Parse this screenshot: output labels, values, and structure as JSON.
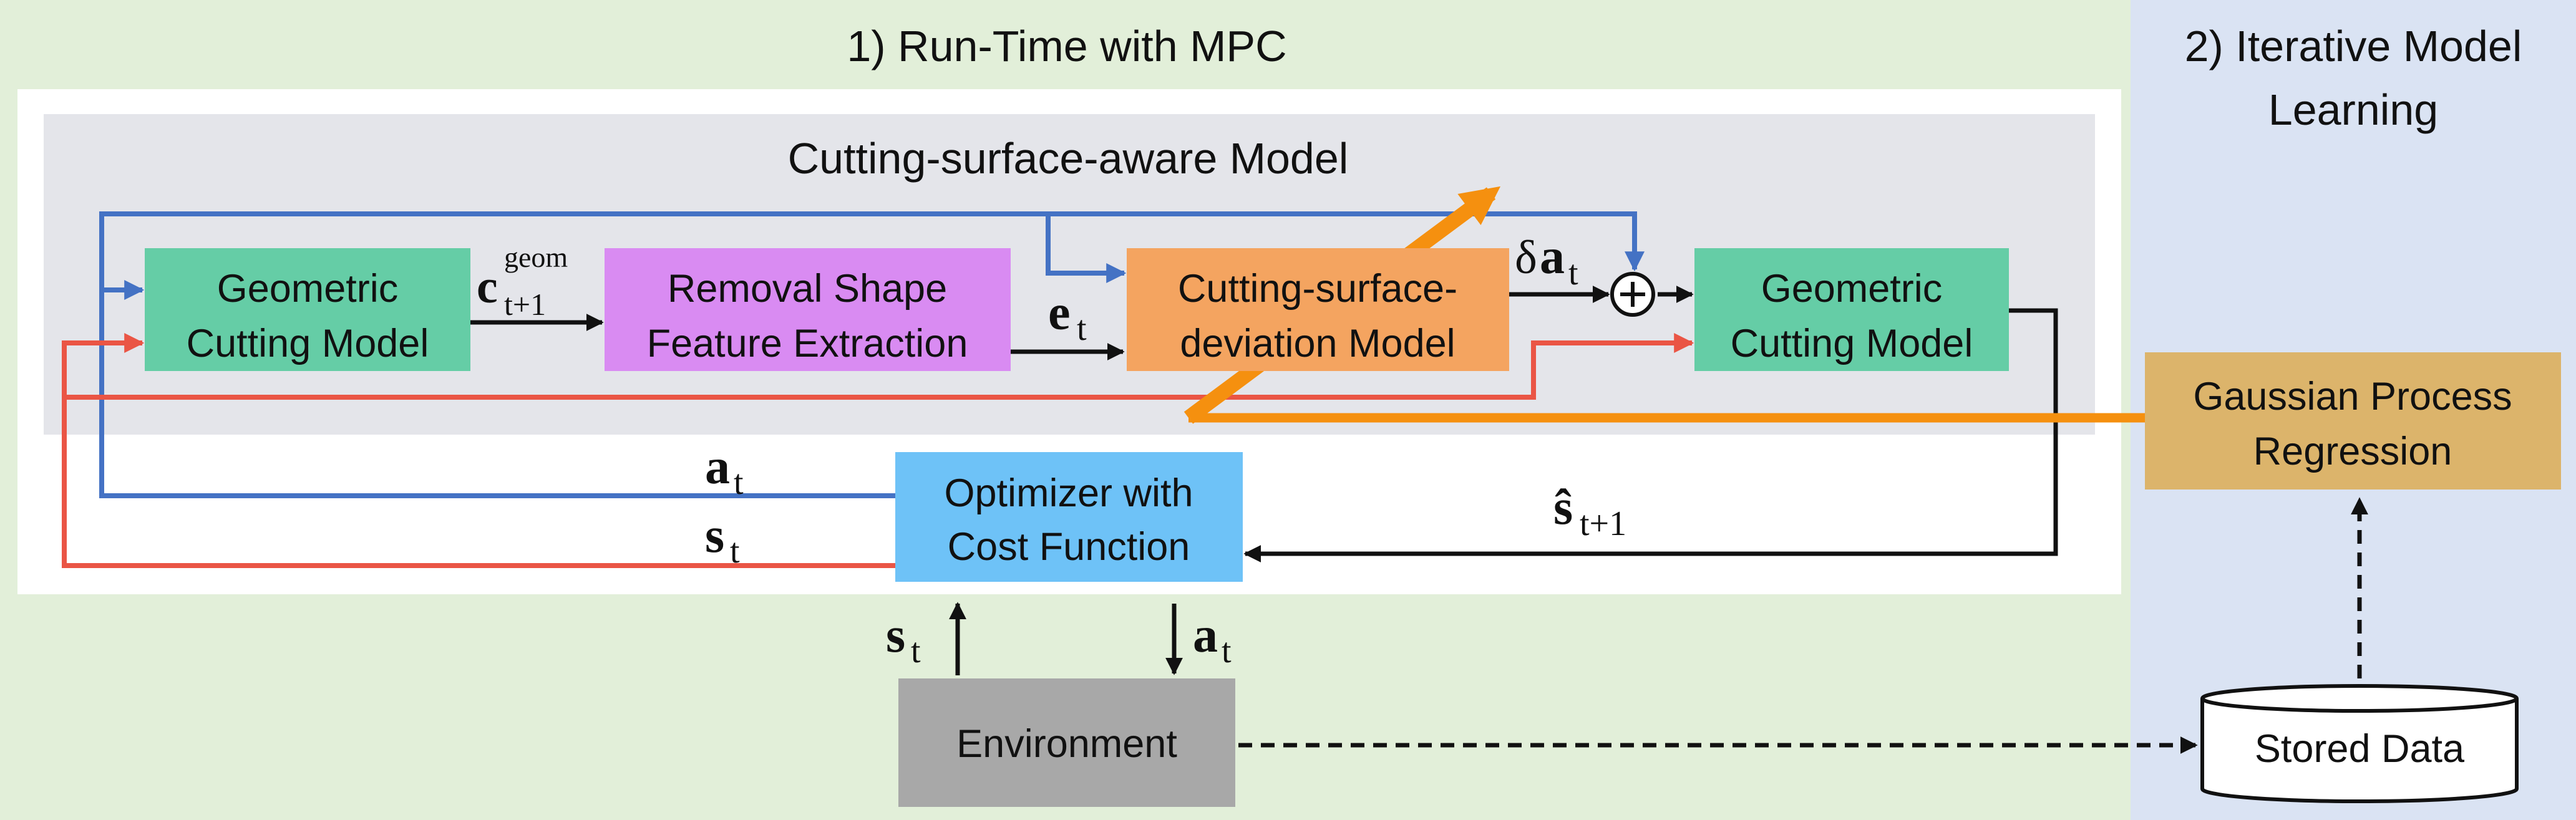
{
  "panels": {
    "runtime": "1) Run-Time with MPC",
    "learning_line1": "2) Iterative Model",
    "learning_line2": "Learning"
  },
  "model_title": "Cutting-surface-aware Model",
  "blocks": {
    "geometric_1": [
      "Geometric",
      "Cutting Model"
    ],
    "removal": [
      "Removal Shape",
      "Feature Extraction"
    ],
    "deviation": [
      "Cutting-surface-",
      "deviation Model"
    ],
    "geometric_2": [
      "Geometric",
      "Cutting Model"
    ],
    "optimizer": [
      "Optimizer with",
      "Cost Function"
    ],
    "gpr": [
      "Gaussian Process",
      "Regression"
    ],
    "environment": "Environment",
    "stored": "Stored Data"
  },
  "symbols": {
    "c_geom": {
      "base": "c",
      "sup": "geom",
      "sub": "t+1"
    },
    "e_t": {
      "base": "e",
      "sub": "t"
    },
    "delta_a_t": {
      "prefix": "δ",
      "base": "a",
      "sub": "t"
    },
    "a_t": {
      "base": "a",
      "sub": "t"
    },
    "s_t": {
      "base": "s",
      "sub": "t"
    },
    "s_hat_next": {
      "base": "ŝ",
      "sub": "t+1"
    }
  },
  "colors": {
    "runtime_bg": "#e2efd9",
    "learning_bg": "#dae3f3",
    "model_bg": "#e4e5ea",
    "geometric": "#65cda6",
    "removal": "#d98bf2",
    "deviation": "#f4a460",
    "optimizer": "#6ec2f7",
    "gpr": "#dcb46b",
    "environment": "#a8a8a8",
    "blue_line": "#4472c4",
    "red_line": "#ea5545",
    "orange_line": "#f5900f"
  }
}
